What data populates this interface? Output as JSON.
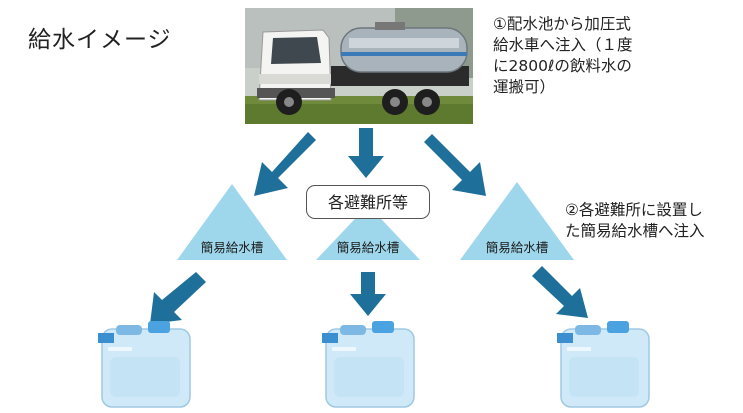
{
  "title": "給水イメージ",
  "note_top": [
    "①配水池から加圧式",
    "給水車へ注入（１度",
    "に2800ℓの飲料水の",
    "運搬可）"
  ],
  "note_bottom": [
    "②各避難所に設置し",
    "た簡易給水槽へ注入"
  ],
  "shelter_box": "各避難所等",
  "tanks": [
    {
      "label": "簡易給水槽"
    },
    {
      "label": "簡易給水槽"
    },
    {
      "label": "簡易給水槽"
    }
  ],
  "colors": {
    "arrow": "#1f6f9b",
    "triangle": "#9ed7ec",
    "tank_body": "#cfe9f8",
    "tank_cap": "#4aa3e0"
  }
}
